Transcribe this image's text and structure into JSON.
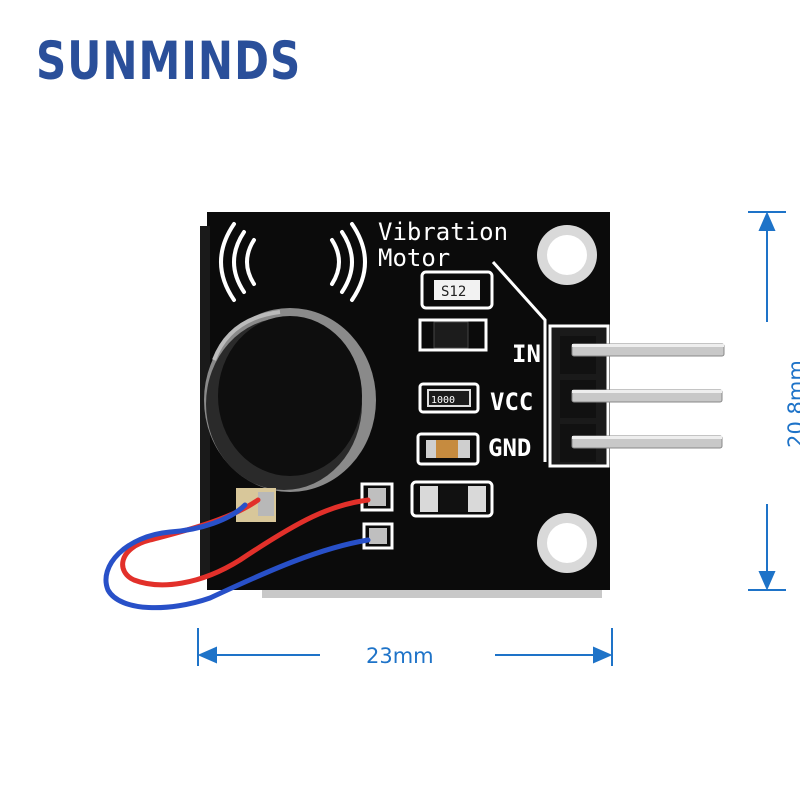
{
  "brand": {
    "name": "SUNMINDS"
  },
  "board": {
    "title_line1": "Vibration",
    "title_line2": "Motor",
    "chip_label": "S12",
    "resistor_label": "1000",
    "pins": [
      {
        "label": "IN"
      },
      {
        "label": "VCC"
      },
      {
        "label": "GND"
      }
    ]
  },
  "dimensions": {
    "width_label": "23mm",
    "height_label": "20.8mm"
  },
  "colors": {
    "brand": "#2a4f9a",
    "dimension": "#1e73c8",
    "pcb": "#0b0b0b",
    "wire_red": "#e2302a",
    "wire_blue": "#2850c8"
  }
}
